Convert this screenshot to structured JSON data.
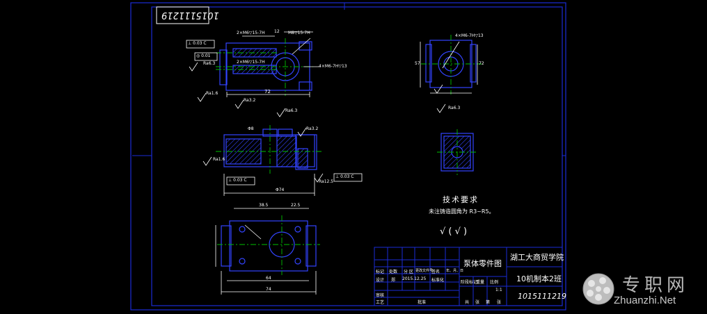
{
  "drawing": {
    "stamp_id": "1015111219",
    "tech_title": "技术要求",
    "tech_note": "未注铸造圆角为 R3~R5。",
    "roughness_symbol": "√ ( √ )",
    "dims": {
      "front_top_1": "2×M6▽15-7H",
      "front_top_2": "12",
      "front_top_3": "M8▽15-7H",
      "front_mid": "2×M6▽15-7H",
      "front_mid_right": "4×M6-7H▽13",
      "front_bottom": "72",
      "side_top": "4×M6-7H▽13",
      "side_h": "57",
      "side_w": "72",
      "sec_top": "Φ8",
      "sec_bottom": "Φ74",
      "plan_top_1": "38.5",
      "plan_top_2": "22.5",
      "plan_bottom_1": "64",
      "plan_bottom_2": "74"
    },
    "roughness": {
      "r1": "Ra6.3",
      "r2": "Ra1.6",
      "r3": "Ra3.2",
      "r4": "Ra6.3",
      "r5": "Ra3.2",
      "r6": "Ra1.6",
      "r7": "Ra12.5",
      "r8": "Ra6.3"
    },
    "tolerances": {
      "t1": "⊥ 0.03 C",
      "t2": "◎ 0.01",
      "t3": "⊥ 0.03 C",
      "t4": "⊥ 0.03 C"
    }
  },
  "title_block": {
    "part_name": "泵体零件图",
    "school": "湖工大商贸学院",
    "class_name": "10机制本2班",
    "student_id": "1015111219",
    "row1_cells": [
      "标记",
      "处数",
      "分 区",
      "更改文件号",
      "签名",
      "年、月、日"
    ],
    "row2_cells": [
      "设计",
      "郑",
      "2015.12.25",
      "标准化"
    ],
    "review_label": "审核",
    "process_label": "工艺",
    "approve_label": "批准",
    "stage_labels": [
      "阶段标记",
      "重量",
      "比例"
    ],
    "scale": "1:1",
    "sheet_labels": [
      "共",
      "张",
      "第",
      "张"
    ]
  },
  "watermark": {
    "text_cn": "专职网",
    "text_en": "Zhuanzhi.Net"
  },
  "colors": {
    "frame": "#1a2bd6",
    "part": "#3344ff",
    "hatch": "#3344ff",
    "center": "#00c000",
    "annotation": "#ffffff",
    "background": "#000000"
  }
}
